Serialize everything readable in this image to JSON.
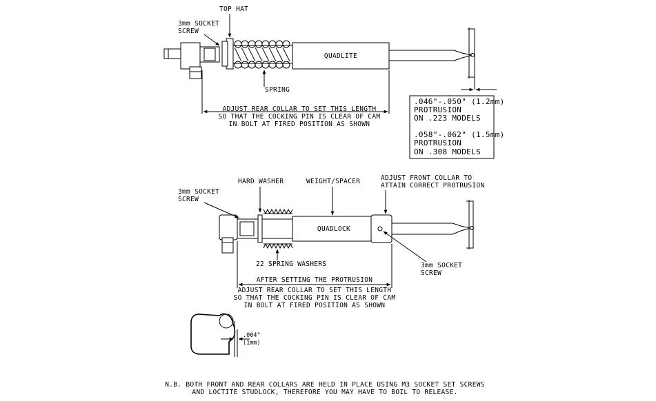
{
  "top": {
    "top_hat": "TOP HAT",
    "socket_screw_1": "3mm SOCKET",
    "socket_screw_2": "SCREW",
    "quadlite": "QUADLITE",
    "spring": "SPRING",
    "adjust_1": "ADJUST REAR COLLAR TO SET THIS LENGTH",
    "adjust_2": "SO THAT THE COCKING PIN IS CLEAR OF CAM",
    "adjust_3": "IN BOLT AT FIRED POSITION AS SHOWN"
  },
  "spec_box": {
    "line1": ".046\"-.050\" (1.2mm)",
    "line2": "PROTRUSION",
    "line3": "ON .223 MODELS",
    "line4": ".058\"-.062\" (1.5mm)",
    "line5": "PROTRUSION",
    "line6": "ON .308 MODELS"
  },
  "bottom": {
    "socket_screw_1": "3mm SOCKET",
    "socket_screw_2": "SCREW",
    "hard_washer": "HARD WASHER",
    "weight_spacer": "WEIGHT/SPACER",
    "adjust_front_1": "ADJUST FRONT COLLAR TO",
    "adjust_front_2": "ATTAIN CORRECT PROTRUSION",
    "quadlock": "QUADLOCK",
    "spring_washers": "22 SPRING WASHERS",
    "front_screw_1": "3mm SOCKET",
    "front_screw_2": "SCREW",
    "after_setting": "AFTER SETTING THE PROTRUSION",
    "adjust_1": "ADJUST REAR COLLAR TO SET THIS LENGTH",
    "adjust_2": "SO THAT THE COCKING PIN IS CLEAR OF CAM",
    "adjust_3": "IN BOLT AT FIRED POSITION AS SHOWN"
  },
  "detail": {
    "dim_1": ".004\"",
    "dim_2": "(1mm)"
  },
  "note": {
    "line1": "N.B. BOTH FRONT AND REAR COLLARS ARE HELD IN PLACE USING M3 SOCKET SET SCREWS",
    "line2": "AND LOCTITE STUDLOCK, THEREFORE YOU MAY HAVE TO BOIL TO RELEASE."
  }
}
